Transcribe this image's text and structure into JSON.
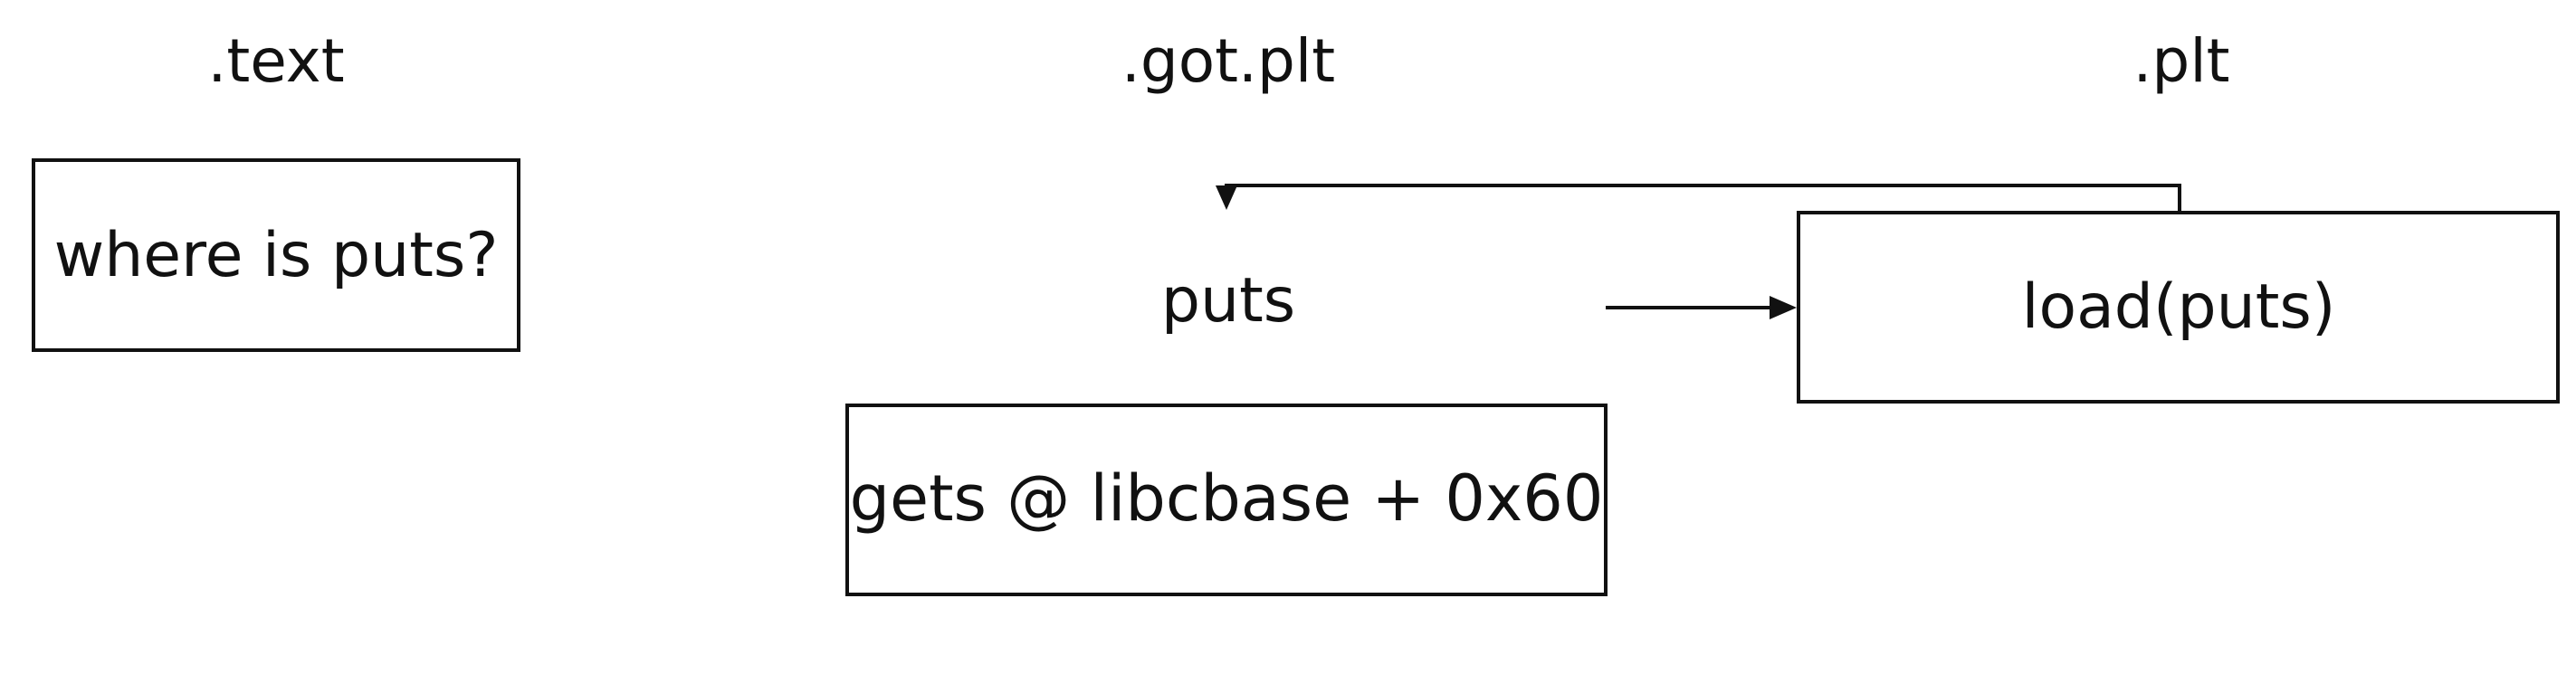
{
  "sections": {
    "text": {
      "heading": ".text",
      "box_label": "where is puts?"
    },
    "got_plt": {
      "heading": ".got.plt",
      "entry_label": "puts",
      "box_label": "gets @ libcbase + 0x60"
    },
    "plt": {
      "heading": ".plt",
      "box_label": "load(puts)"
    }
  },
  "colors": {
    "line": "#111111",
    "background": "#ffffff"
  }
}
